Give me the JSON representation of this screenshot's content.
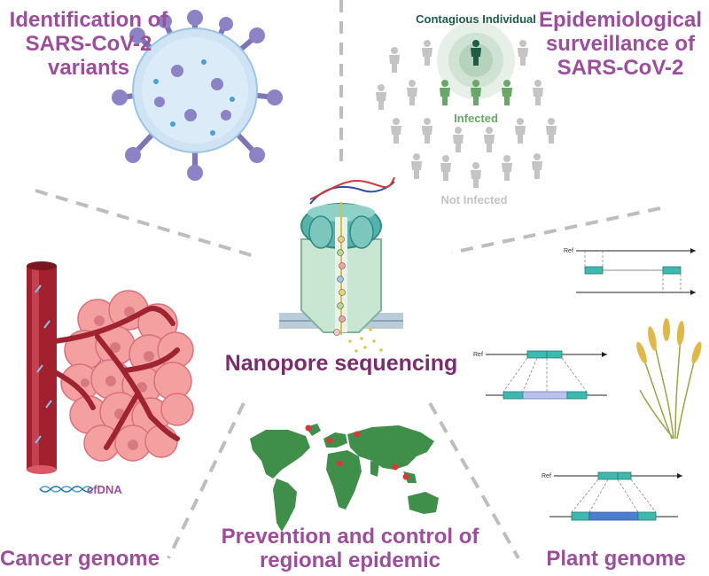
{
  "center": {
    "title": "Nanopore sequencing"
  },
  "sections": {
    "variants": {
      "line1": "Identification of",
      "line2": "SARS-CoV-2",
      "line3": "variants"
    },
    "surveillance": {
      "line1": "Epidemiological",
      "line2": "surveillance of",
      "line3": "SARS-CoV-2"
    },
    "cancer": {
      "title": "Cancer genome"
    },
    "epidemic": {
      "line1": "Prevention and control of",
      "line2": "regional epidemic"
    },
    "plant": {
      "title": "Plant genome"
    }
  },
  "surveillance_labels": {
    "contagious": "Contagious Individual",
    "infected": "Infected",
    "not_infected": "Not Infected"
  },
  "cancer_labels": {
    "cfdna": "cfDNA"
  },
  "plant_labels": {
    "ref": "Ref"
  },
  "colors": {
    "label_purple": "#9b4f9a",
    "title_purple": "#7a2d6b",
    "contagious_green": "#1e5c46",
    "infected_green": "#6aa56a",
    "not_infected_grey": "#c4c4c4",
    "teal": "#3fb8ad",
    "map_green": "#3f8f4a",
    "vessel_red": "#a3212f",
    "tumor_pink": "#f08a8a"
  }
}
